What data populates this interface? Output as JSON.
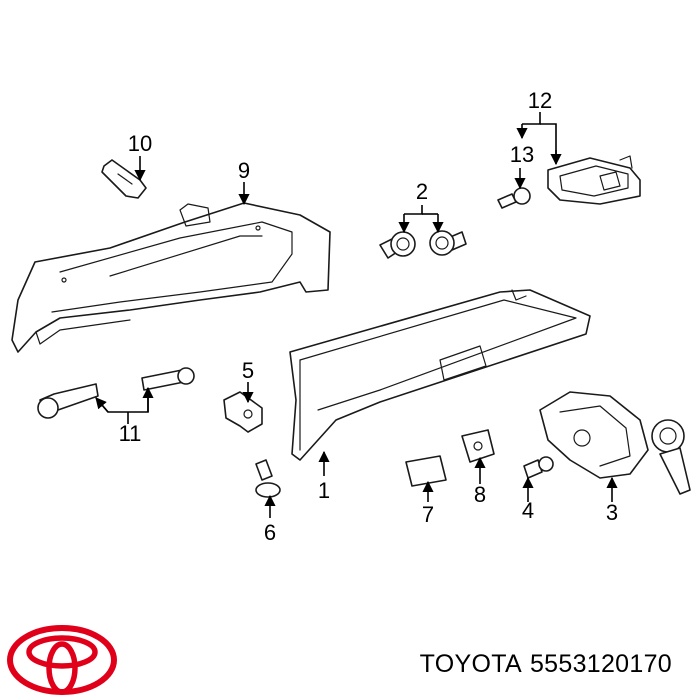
{
  "brand": {
    "name": "TOYOTA",
    "logo_color": "#e0001a",
    "logo_icon": "toyota-logo"
  },
  "part_number": "5553120170",
  "callouts": {
    "c1": "1",
    "c2": "2",
    "c3": "3",
    "c4": "4",
    "c5": "5",
    "c6": "6",
    "c7": "7",
    "c8": "8",
    "c9": "9",
    "c10": "10",
    "c11": "11",
    "c12": "12",
    "c13": "13"
  }
}
